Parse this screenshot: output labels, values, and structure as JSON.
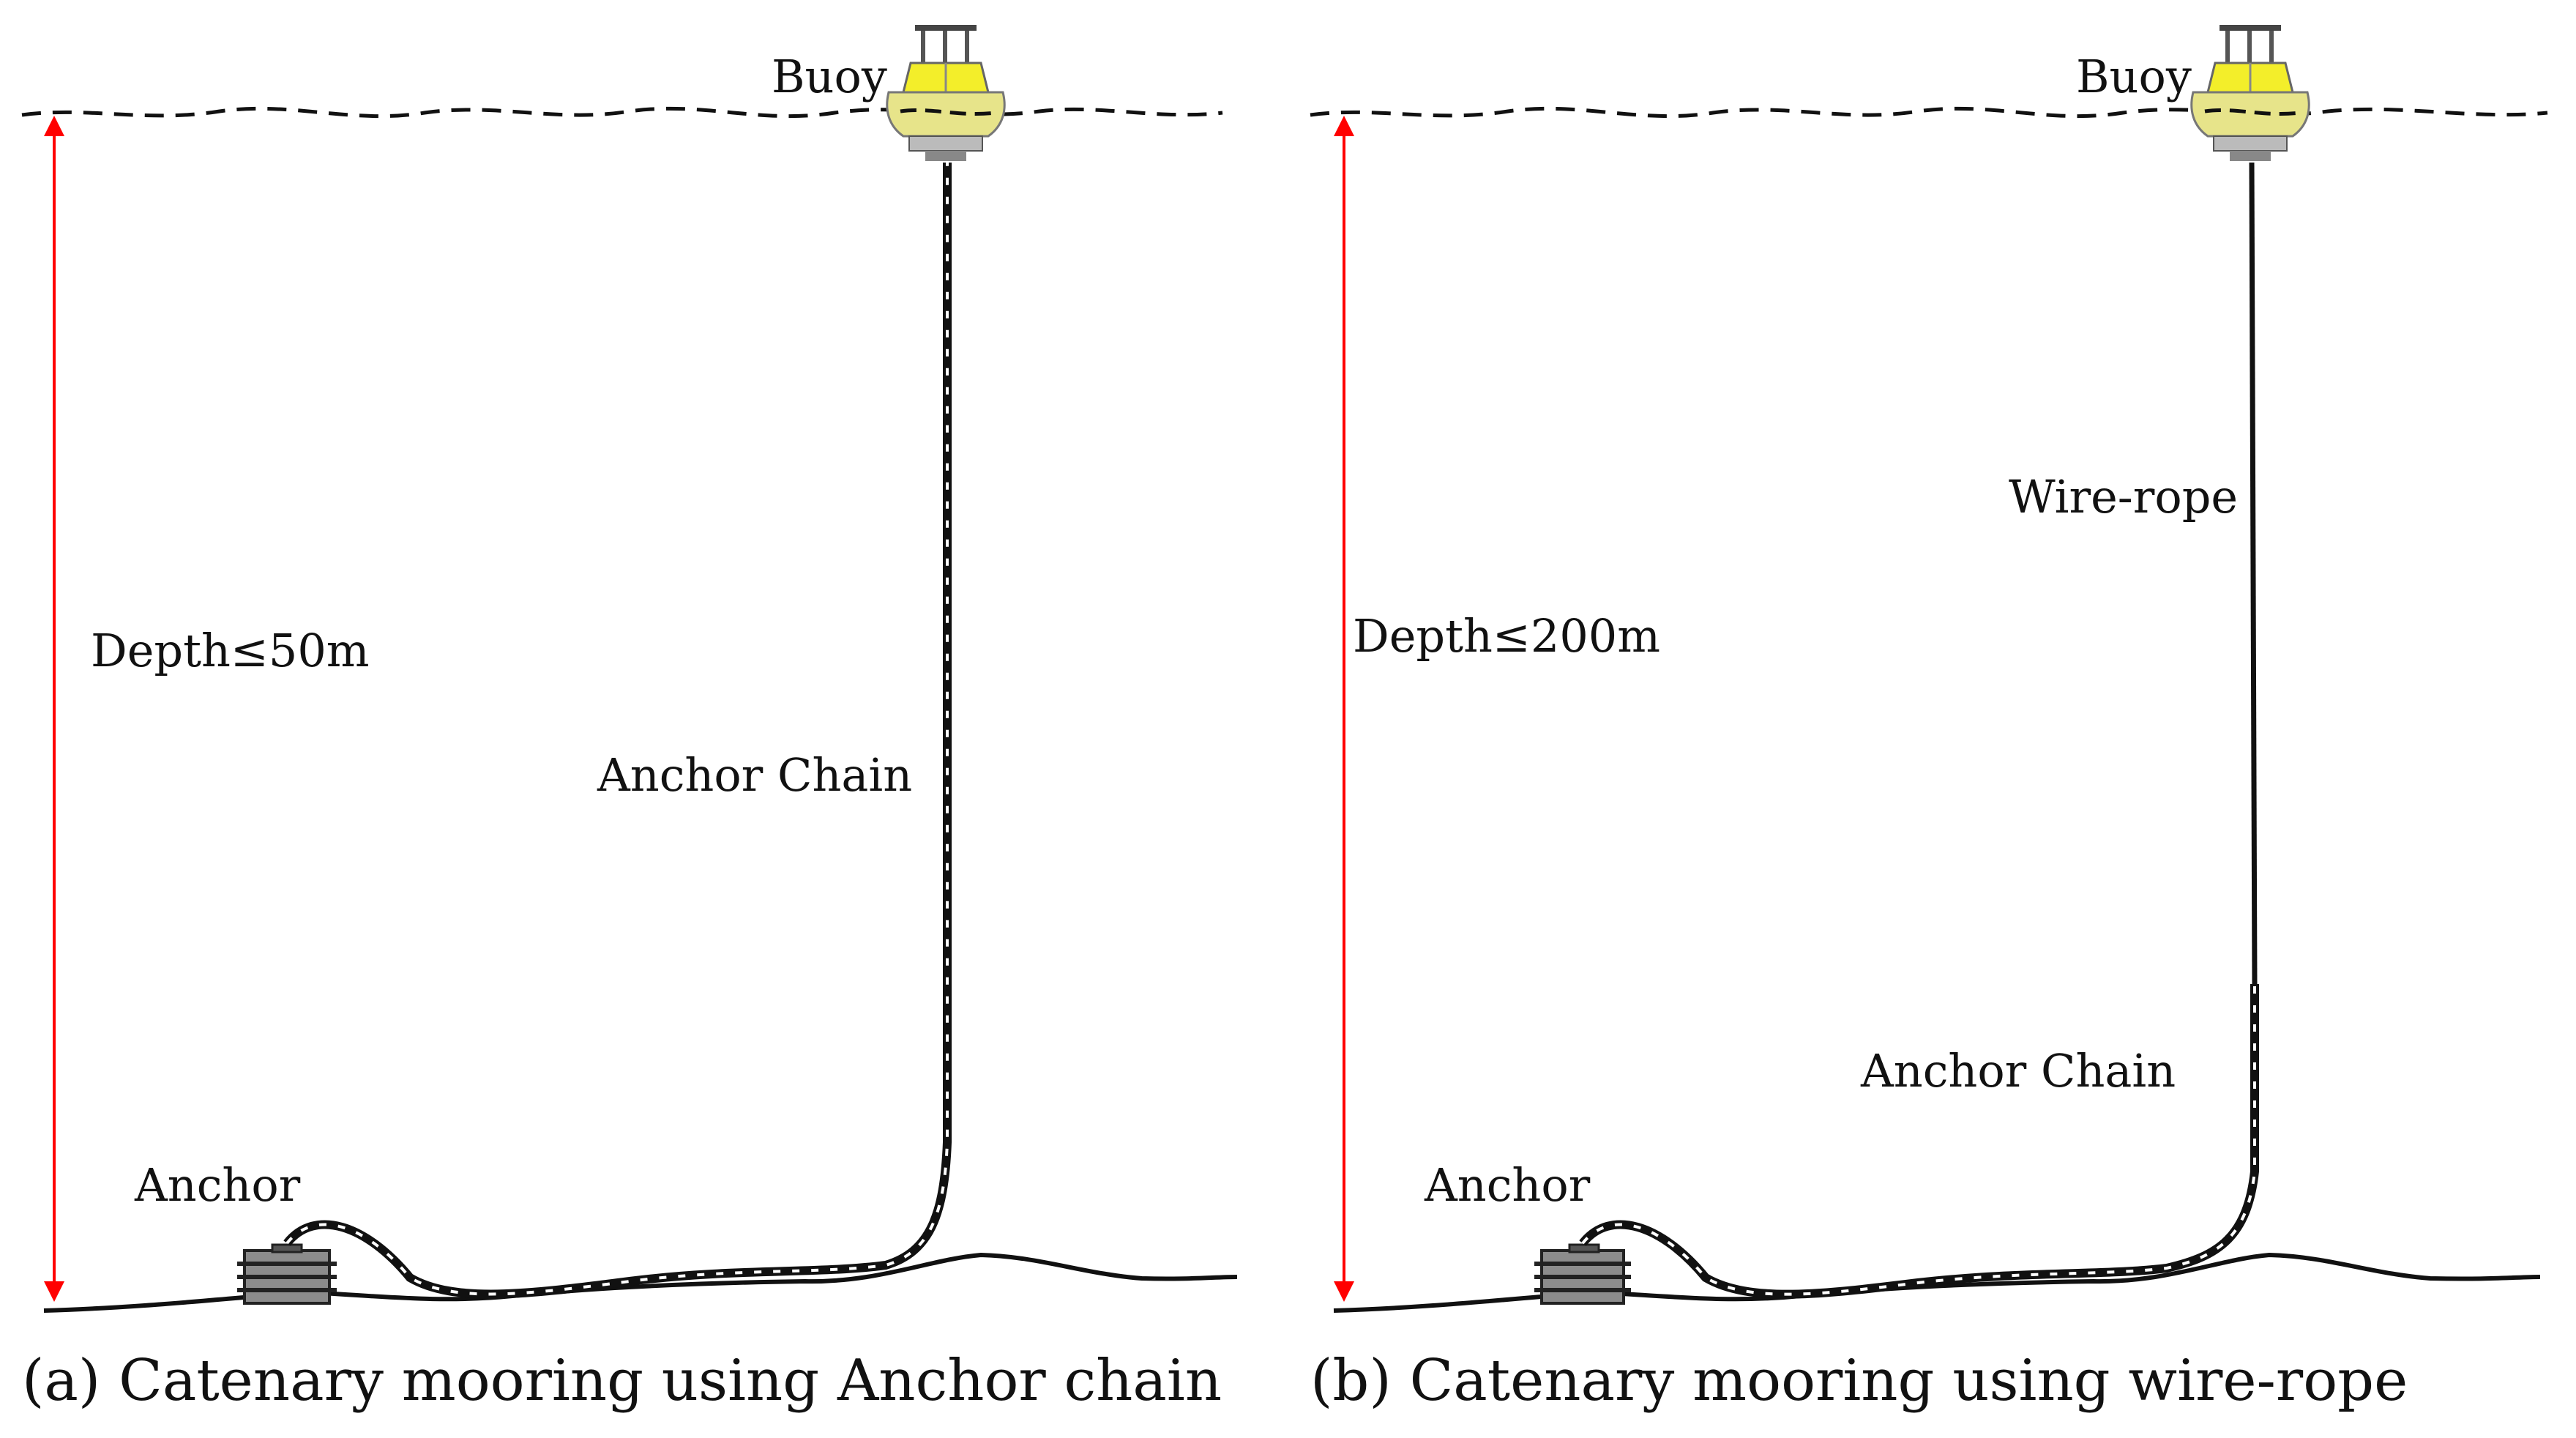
{
  "panels": [
    {
      "id": "a",
      "buoy_label": "Buoy",
      "depth_label": "Depth≤50m",
      "line_labels": [
        "Anchor Chain"
      ],
      "anchor_label": "Anchor",
      "caption": "(a)  Catenary mooring using Anchor chain"
    },
    {
      "id": "b",
      "buoy_label": "Buoy",
      "depth_label": "Depth≤200m",
      "line_labels": [
        "Wire-rope",
        "Anchor Chain"
      ],
      "anchor_label": "Anchor",
      "caption": "(b)  Catenary mooring using wire-rope"
    }
  ],
  "colors": {
    "depth_arrow": "#ff0000",
    "buoy_body": "#e7e48a",
    "buoy_light": "#f3ee2a",
    "chain": "#111111",
    "seabed": "#111111",
    "anchor_block": "#8c8c8c"
  }
}
